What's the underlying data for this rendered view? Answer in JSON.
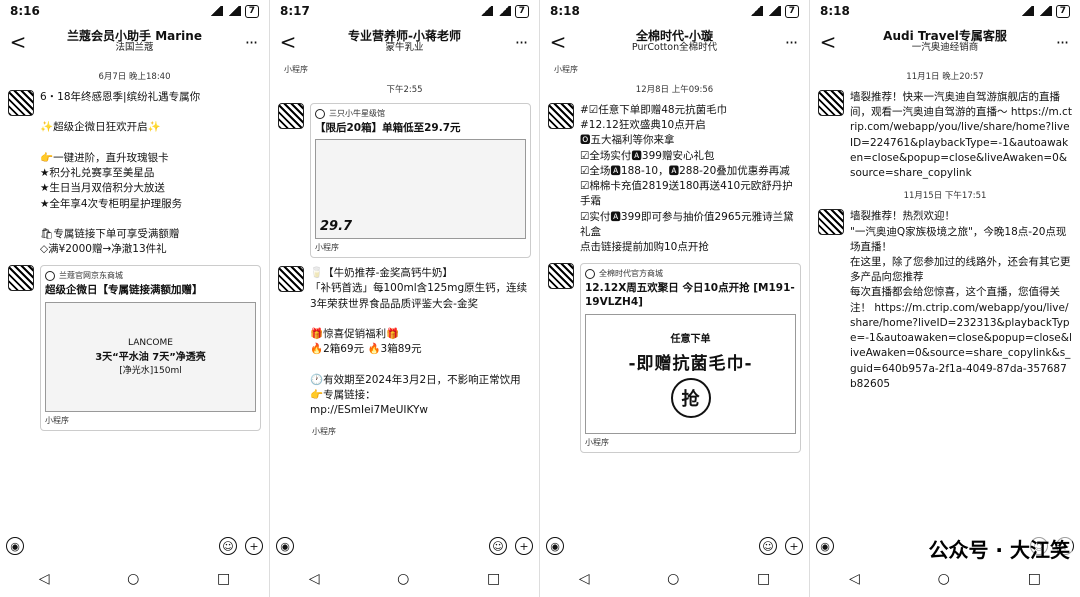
{
  "screens": [
    {
      "time": "8:16",
      "battery": "7",
      "title": "兰蔻会员小助手 Marine",
      "subtitle": "法国兰蔻",
      "timestamp1": "6月7日 晚上18:40",
      "message1": "6・18年终感恩季|缤纷礼遇专属你\n\n✨超级企微日狂欢开启✨\n\n👉一键进阶，直升玫瑰银卡\n★积分礼兑赛享至美星品\n★生日当月双倍积分大放送\n★全年享4次专柜明星护理服务\n\n🛍专属链接下单可享受满额赠\n◇满¥2000赠→净澈13件礼",
      "card_source": "兰蔻官网京东商城",
      "card_title": "超级企微日【专属链接满额加赠】",
      "card_img_brand": "LANCOME",
      "card_img_text": "3天“平水油 7天”净透亮",
      "card_img_sub": "[净光水]150ml",
      "mini_label": "小程序"
    },
    {
      "time": "8:17",
      "battery": "7",
      "title": "专业营养师-小蒋老师",
      "subtitle": "蒙牛乳业",
      "mini_label_top": "小程序",
      "timestamp1": "下午2:55",
      "card1_source": "三只小牛星级馆",
      "card1_title": "【限后20箱】单箱低至29.7元",
      "card1_price": "29.7",
      "mini_label": "小程序",
      "message2": "🥛【牛奶推荐-金奖高钙牛奶】\n「补钙首选」每100ml含125mg原生钙，连续3年荣获世界食品品质评鉴大会-金奖\n\n🎁惊喜促销福利🎁\n🔥2箱69元 🔥3箱89元\n\n🕐有效期至2024年3月2日，不影响正常饮用\n👉专属链接：\nmp://ESmIei7MeUIKYw",
      "mini_label_bottom": "小程序"
    },
    {
      "time": "8:18",
      "battery": "7",
      "title": "全棉时代-小璇",
      "subtitle": "PurCotton全棉时代",
      "mini_label_top": "小程序",
      "timestamp1": "12月8日 上午09:56",
      "message1": "#☑任意下单即赠48元抗菌毛巾\n#12.12狂欢盛典10点开启\n🅾五大福利等你来拿\n☑全场实付🅰399赠安心礼包\n☑全场🅰188-10，🅰288-20叠加优惠券再减\n☑棉棉卡充值2819送180再送410元欧舒丹护手霜\n☑实付🅰399即可参与抽价值2965元雅诗兰黛礼盒\n点击链接提前加购10点开抢",
      "card_source": "全棉时代官方商城",
      "card_title": "12.12X周五欢聚日 今日10点开抢 [M191-19VLZH4]",
      "banner_line1": "任意下单",
      "banner_line2": "-即赠抗菌毛巾-",
      "banner_btn": "抢",
      "mini_label": "小程序"
    },
    {
      "time": "8:18",
      "battery": "7",
      "title": "Audi Travel专属客服",
      "subtitle": "一汽奥迪经销商",
      "timestamp1": "11月1日 晚上20:57",
      "message1": "墙裂推荐！快来一汽奥迪自驾游旗舰店的直播间，观看一汽奥迪自驾游的直播～ https://m.ctrip.com/webapp/you/live/share/home?liveID=224761&playbackType=-1&autoawaken=close&popup=close&liveAwaken=0&source=share_copylink",
      "timestamp2": "11月15日 下午17:51",
      "message2": "墙裂推荐！热烈欢迎！\n\"一汽奥迪Q家族极境之旅\"，今晚18点-20点现场直播！\n在这里，除了您参加过的线路外，还会有其它更多产品向您推荐\n每次直播都会给您惊喜，这个直播，您值得关注！ https://m.ctrip.com/webapp/you/live/share/home?liveID=232313&playbackType=-1&autoawaken=close&popup=close&liveAwaken=0&source=share_copylink&s_guid=640b957a-2f1a-4049-87da-357687b82605",
      "watermark": "公众号 · 大江笑"
    }
  ],
  "common": {
    "back": "<",
    "more": "···",
    "voice": "◉",
    "emoji": "☺",
    "plus": "+",
    "nav_back": "◁",
    "nav_home": "○",
    "nav_recent": "□"
  }
}
